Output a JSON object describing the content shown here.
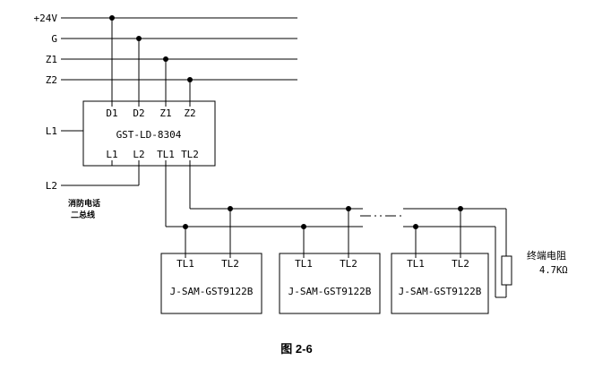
{
  "power_buses": {
    "labels": [
      "+24V",
      "G",
      "Z1",
      "Z2"
    ]
  },
  "module": {
    "title": "GST-LD-8304",
    "top_terminals": [
      "D1",
      "D2",
      "Z1",
      "Z2"
    ],
    "bottom_terminals": [
      "L1",
      "L2",
      "TL1",
      "TL2"
    ]
  },
  "phone_bus": {
    "l1_label": "L1",
    "l2_label": "L2",
    "note_line1": "消防电话",
    "note_line2": "二总线"
  },
  "devices": [
    {
      "title": "J-SAM-GST9122B",
      "tl1": "TL1",
      "tl2": "TL2"
    },
    {
      "title": "J-SAM-GST9122B",
      "tl1": "TL1",
      "tl2": "TL2"
    },
    {
      "title": "J-SAM-GST9122B",
      "tl1": "TL1",
      "tl2": "TL2"
    }
  ],
  "terminator": {
    "label": "终端电阻",
    "value": "4.7KΩ"
  },
  "caption": "图 2-6",
  "colors": {
    "wire": "#000000",
    "background": "#ffffff"
  }
}
